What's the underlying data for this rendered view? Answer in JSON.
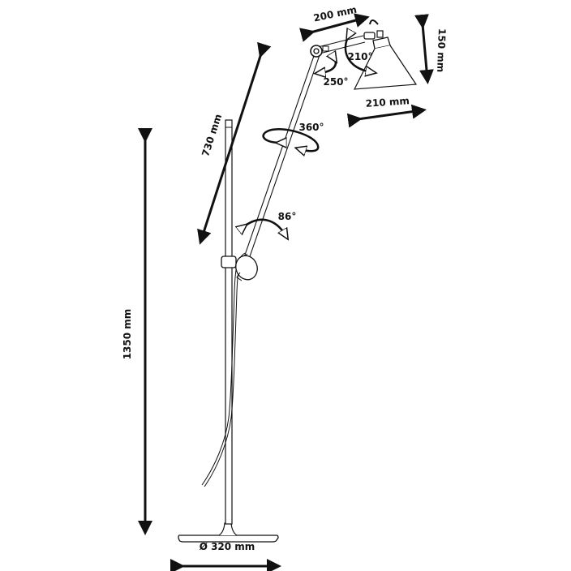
{
  "title": "Floor lamp dimensions diagram",
  "colors": {
    "ink": "#111111",
    "background": "#ffffff"
  },
  "dimensions": {
    "total_height": "1350 mm",
    "arm_length": "730 mm",
    "upper_arm": "200 mm",
    "shade_height": "150 mm",
    "shade_width": "210 mm",
    "base_diameter": "Ø 320 mm"
  },
  "angles": {
    "arm_rotation": "360°",
    "arm_tilt": "86°",
    "elbow": "250°",
    "shade_tilt": "210°"
  }
}
